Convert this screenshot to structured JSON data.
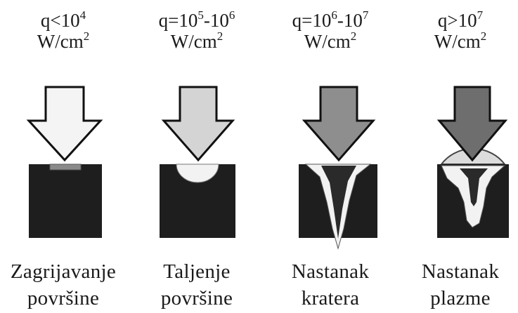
{
  "panels": [
    {
      "q": "q<10",
      "q_exp": "4",
      "q_mid": "",
      "q_exp2": "",
      "unit": "W/cm",
      "unit_exp": "2",
      "caption_line1": "Zagrijavanje",
      "caption_line2": "površine",
      "arrow_fill": "#f4f4f4"
    },
    {
      "q": "q=10",
      "q_exp": "5",
      "q_mid": "-10",
      "q_exp2": "6",
      "unit": "W/cm",
      "unit_exp": "2",
      "caption_line1": "Taljenje",
      "caption_line2": "površine",
      "arrow_fill": "#d4d4d4"
    },
    {
      "q": "q=10",
      "q_exp": "6",
      "q_mid": "-10",
      "q_exp2": "7",
      "unit": "W/cm",
      "unit_exp": "2",
      "caption_line1": "Nastanak",
      "caption_line2": "kratera",
      "arrow_fill": "#8e8e8e"
    },
    {
      "q": "q>10",
      "q_exp": "7",
      "q_mid": "",
      "q_exp2": "",
      "unit": "W/cm",
      "unit_exp": "2",
      "caption_line1": "Nastanak",
      "caption_line2": "plazme",
      "arrow_fill": "#6e6e6e"
    }
  ],
  "colors": {
    "block": "#1e1e1e",
    "melt": "#f2f2f2",
    "outline": "#111111"
  }
}
